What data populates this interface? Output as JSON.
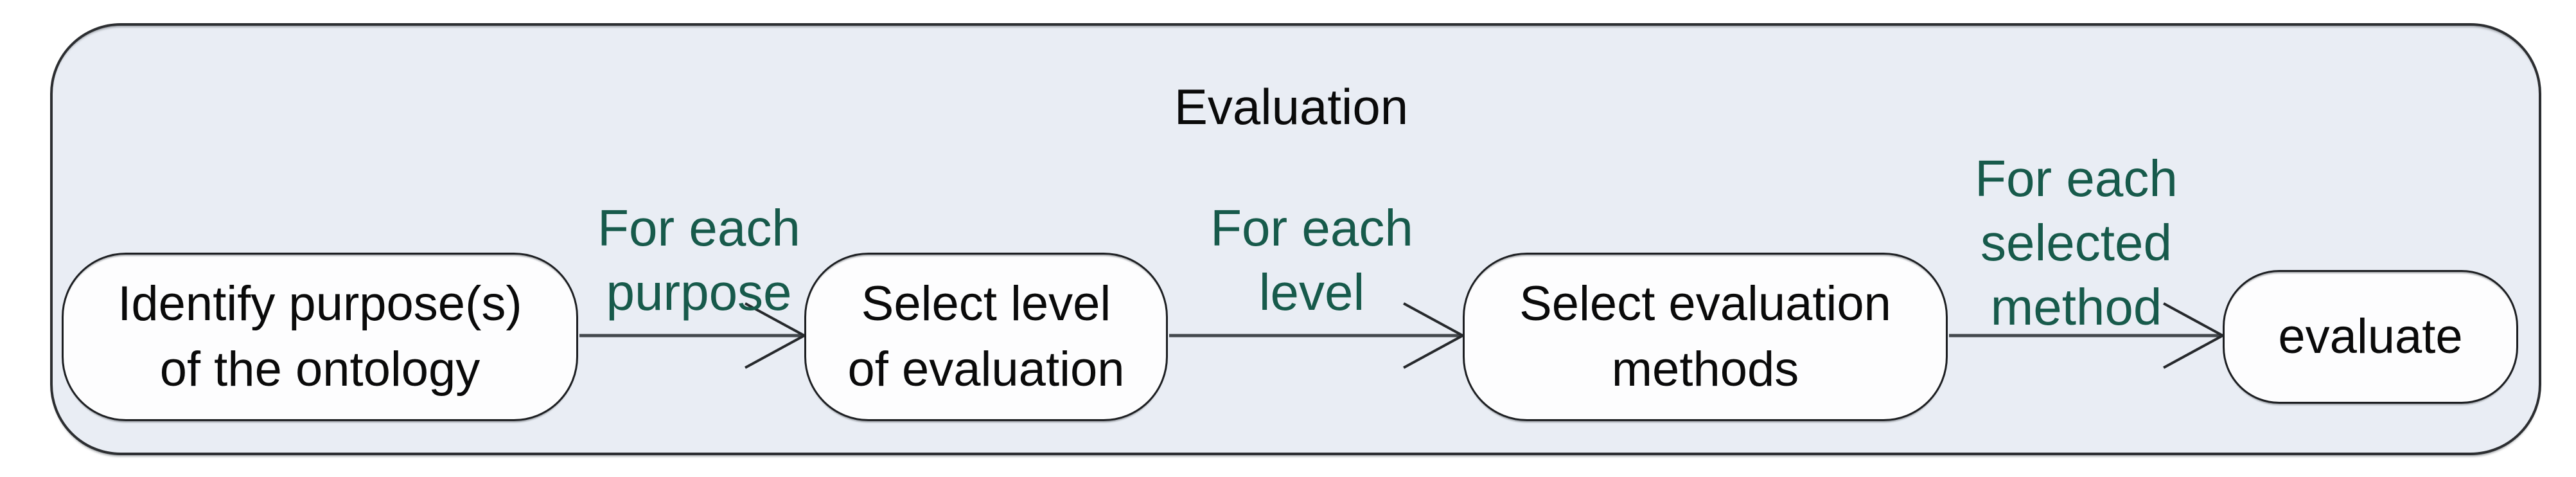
{
  "diagram": {
    "type": "flowchart",
    "title": "Evaluation",
    "colors": {
      "group_fill": "#e9edf4",
      "group_border": "#2c2e31",
      "node_fill": "#fdfdfe",
      "node_border": "#1d1f22",
      "node_text": "#0a0a0a",
      "edge_line": "#43484d",
      "edge_label_text": "#175a4b",
      "page_background": "#ffffff"
    },
    "nodes": [
      {
        "id": "identify-purposes",
        "label": "Identify purpose(s)\nof the ontology"
      },
      {
        "id": "select-level",
        "label": "Select level\nof evaluation"
      },
      {
        "id": "select-methods",
        "label": "Select evaluation\nmethods"
      },
      {
        "id": "evaluate",
        "label": "evaluate"
      }
    ],
    "edges": [
      {
        "from": "identify-purposes",
        "to": "select-level",
        "label": "For each\npurpose"
      },
      {
        "from": "select-level",
        "to": "select-methods",
        "label": "For each\nlevel"
      },
      {
        "from": "select-methods",
        "to": "evaluate",
        "label": "For each\nselected\nmethod"
      }
    ]
  }
}
